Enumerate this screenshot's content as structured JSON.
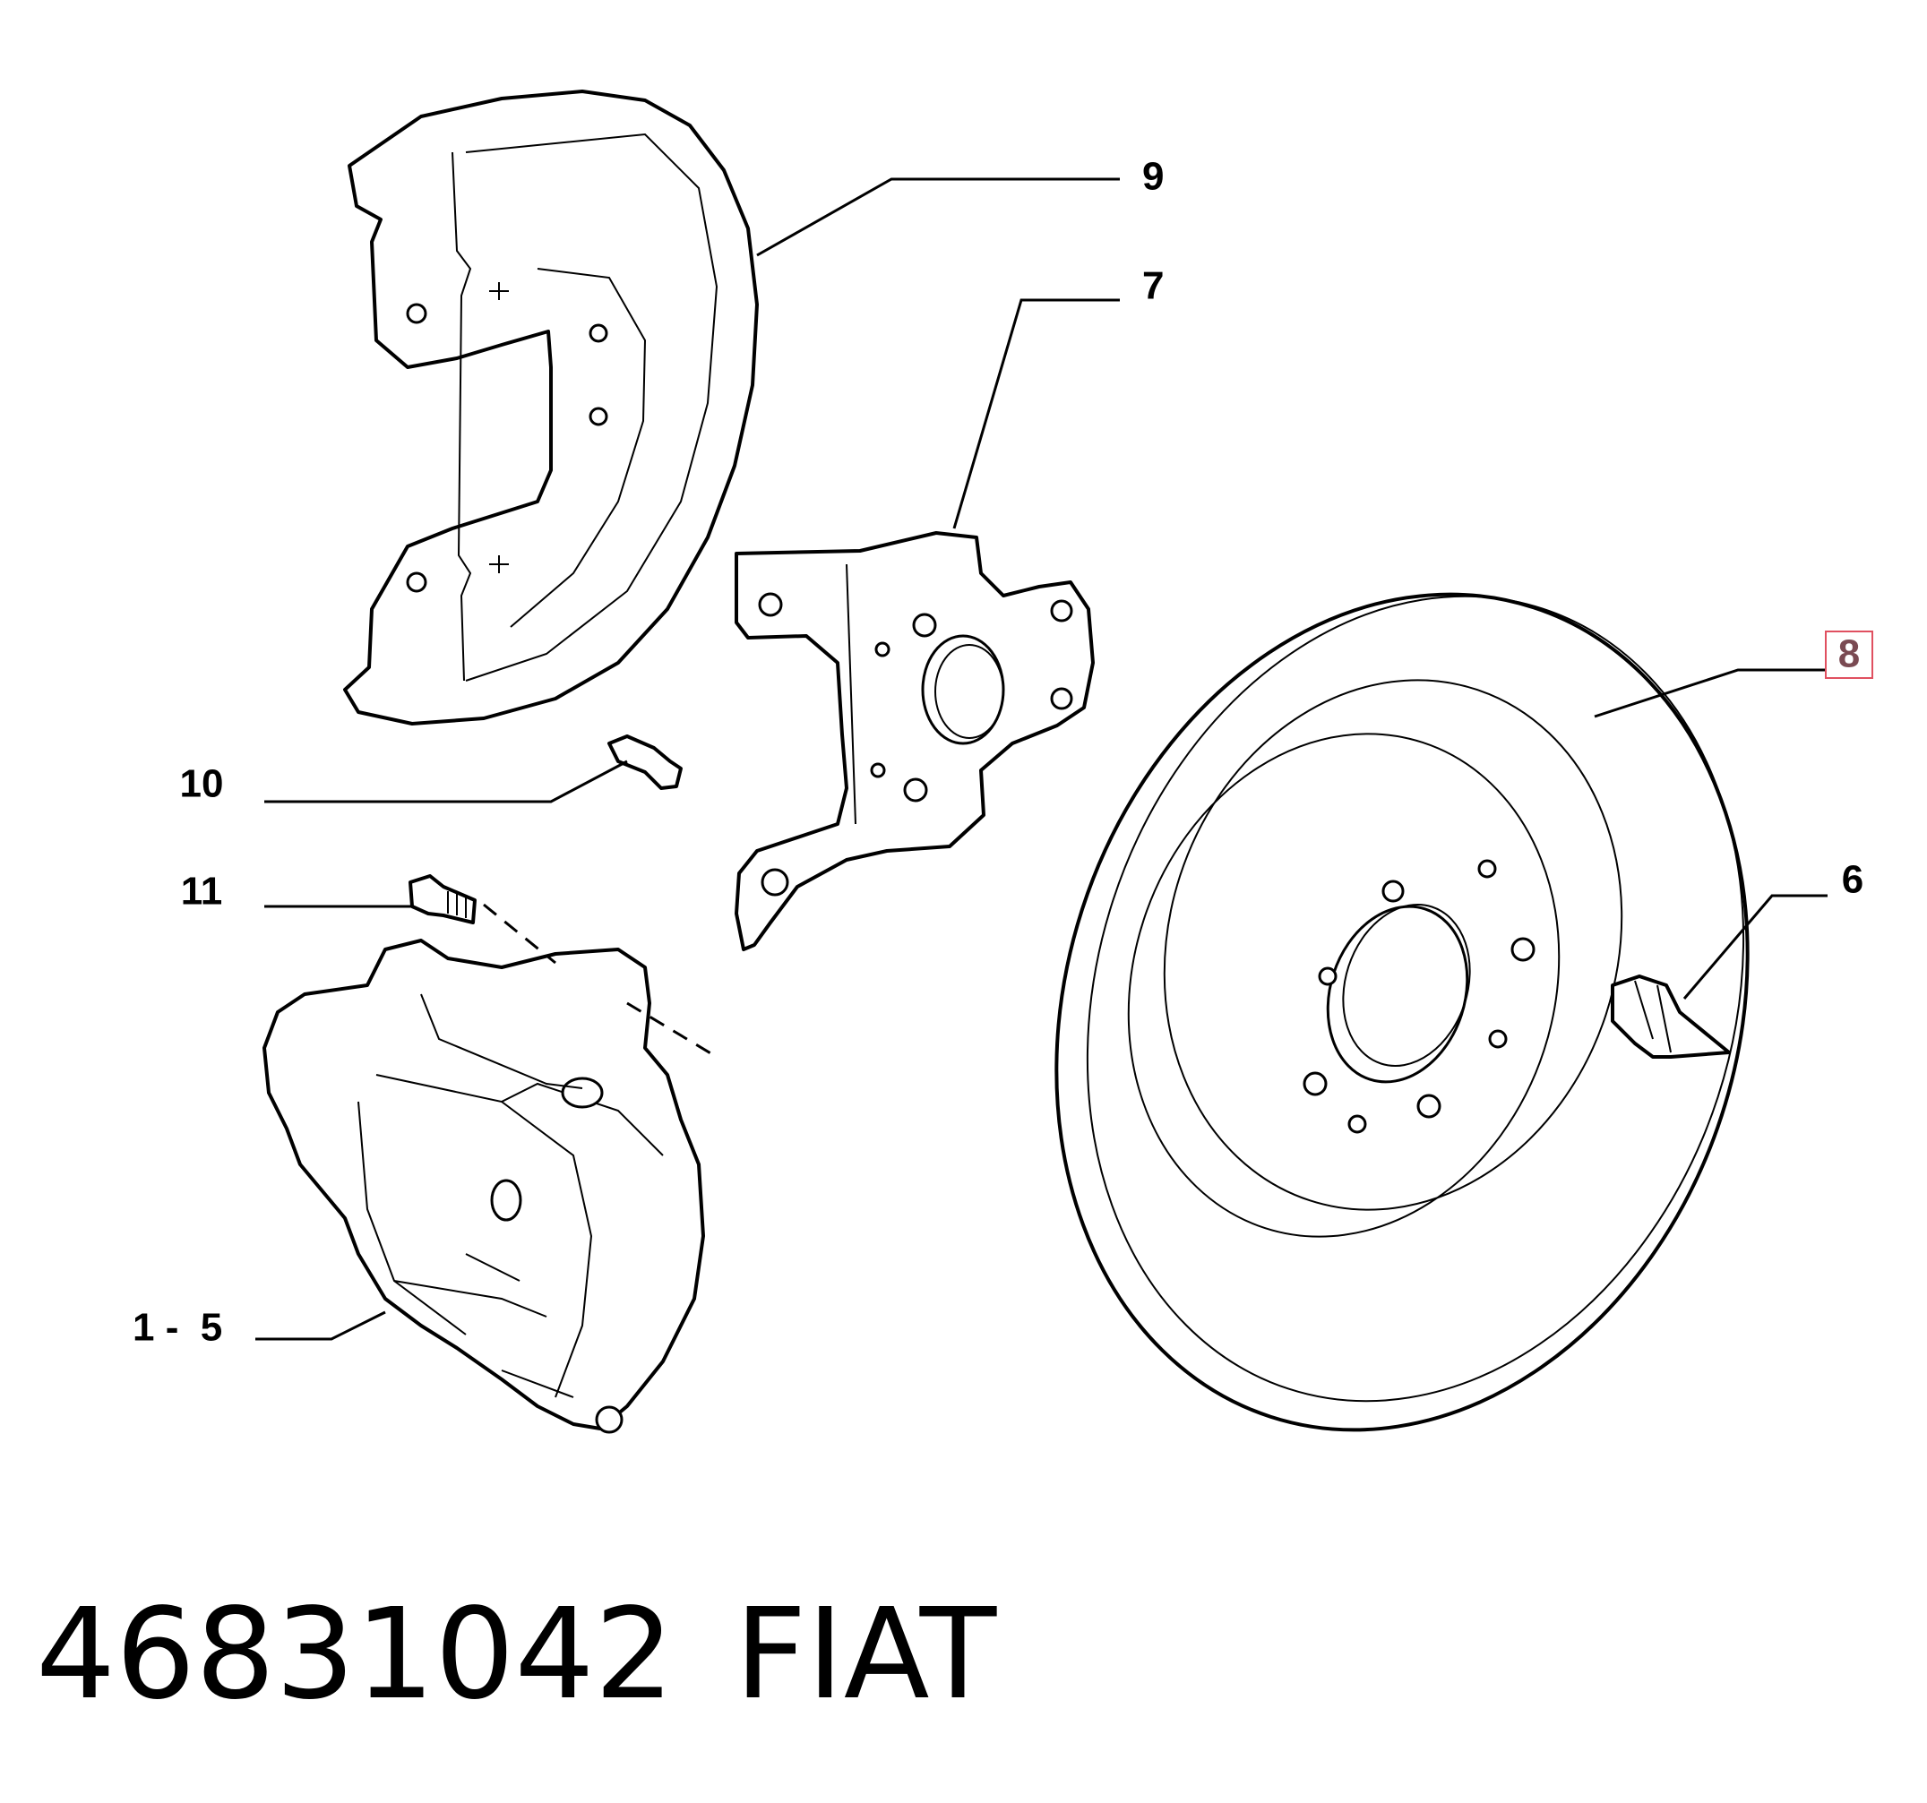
{
  "callouts": {
    "dust_shield": "9",
    "bracket": "7",
    "brake_disc": "8",
    "bolt_10": "10",
    "bolt_11": "11",
    "stud": "6",
    "caliper": "1 -  5"
  },
  "footer": {
    "part_number": "46831042",
    "brand": "FIAT"
  },
  "highlight_color": "#e05060"
}
